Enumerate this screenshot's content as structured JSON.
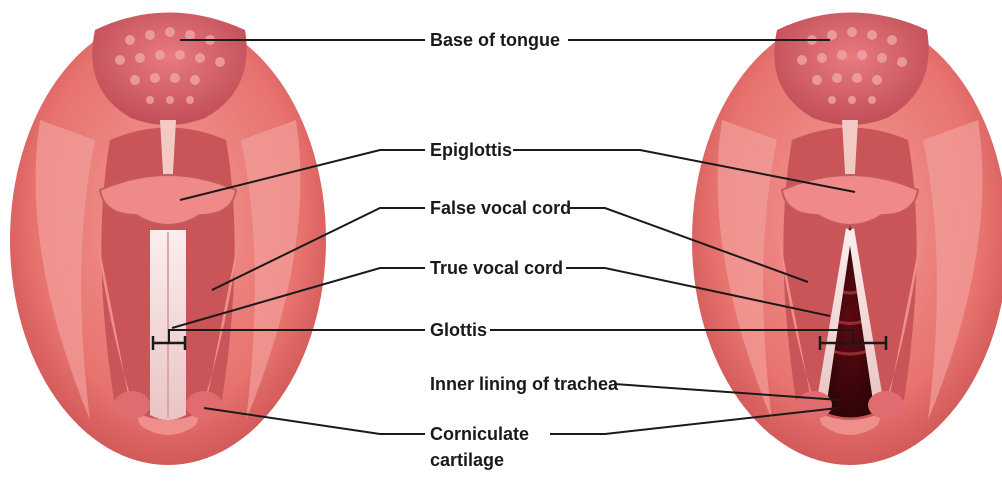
{
  "labels": {
    "base_of_tongue": "Base of tongue",
    "epiglottis": "Epiglottis",
    "false_vocal_cord": "False vocal cord",
    "true_vocal_cord": "True vocal cord",
    "glottis": "Glottis",
    "inner_lining_of_trachea": "Inner lining of trachea",
    "corniculate_cartilage": "Corniculate cartilage"
  },
  "colors": {
    "outer_tissue": "#e8736f",
    "tissue_highlight": "#f5a4a0",
    "tongue": "#d9626a",
    "deep_shadow": "#b23a40",
    "vocal_cord": "#f3dede",
    "trachea_dark": "#3a0508",
    "leader_line": "#1a1a1a"
  }
}
